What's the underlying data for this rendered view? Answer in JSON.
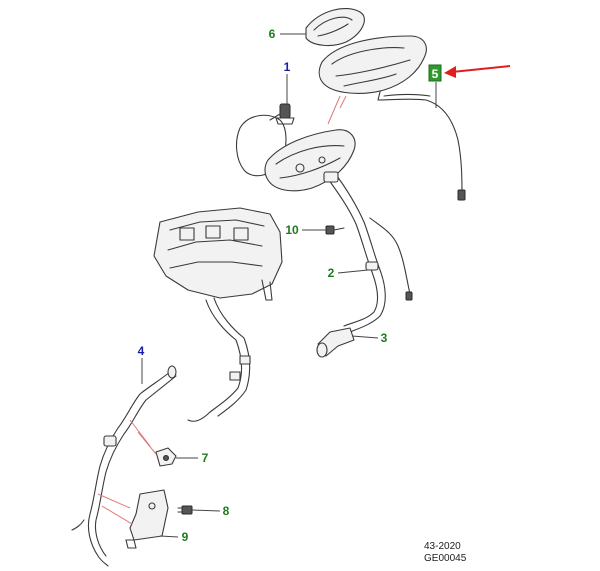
{
  "colors": {
    "callout_blue": "#1a1aa8",
    "callout_green": "#1e7a1e",
    "highlight_fill": "#2e9a2e",
    "arrow_red": "#e01e1e",
    "leader_pink": "#e07878"
  },
  "callouts": [
    {
      "id": "1",
      "label": "1",
      "color": "blue"
    },
    {
      "id": "2",
      "label": "2",
      "color": "green"
    },
    {
      "id": "3",
      "label": "3",
      "color": "green"
    },
    {
      "id": "4",
      "label": "4",
      "color": "blue"
    },
    {
      "id": "5",
      "label": "5",
      "color": "green",
      "highlighted": true
    },
    {
      "id": "6",
      "label": "6",
      "color": "green"
    },
    {
      "id": "7",
      "label": "7",
      "color": "green"
    },
    {
      "id": "8",
      "label": "8",
      "color": "green"
    },
    {
      "id": "9",
      "label": "9",
      "color": "green"
    },
    {
      "id": "10",
      "label": "10",
      "color": "green"
    }
  ],
  "footer": {
    "line1": "43-2020",
    "line2": "GE00045"
  }
}
